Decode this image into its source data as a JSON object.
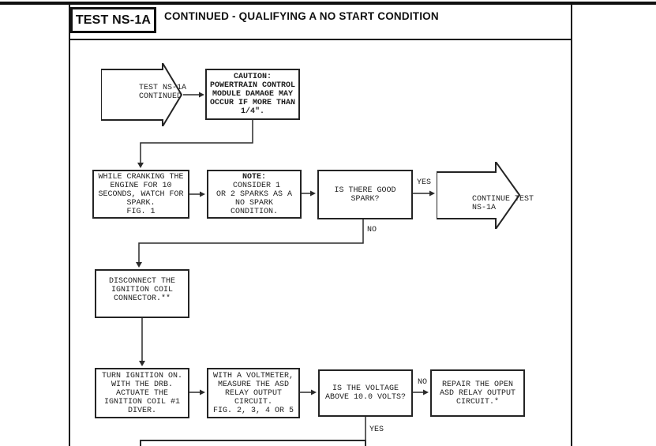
{
  "header": {
    "test_id": "TEST NS-1A",
    "title": "CONTINUED - QUALIFYING A NO START CONDITION"
  },
  "labels": {
    "yes_spark": "YES",
    "no_spark": "NO",
    "no_voltage": "NO",
    "yes_voltage": "YES"
  },
  "nodes": {
    "start": {
      "line1": "TEST NS-1A",
      "line2": "CONTINUED"
    },
    "caution": {
      "line1": "CAUTION:",
      "line2": "POWERTRAIN CONTROL",
      "line3": "MODULE DAMAGE MAY",
      "line4": "OCCUR IF MORE THAN",
      "line5": "1/4\"."
    },
    "crank": {
      "line1": "WHILE CRANKING THE",
      "line2": "ENGINE FOR 10",
      "line3": "SECONDS, WATCH FOR",
      "line4": "SPARK.",
      "line5": "FIG. 1"
    },
    "note": {
      "prefix": "NOTE:",
      "line1_rest": " CONSIDER 1",
      "line2": "OR 2 SPARKS AS A",
      "line3": "NO SPARK",
      "line4": "CONDITION."
    },
    "spark_question": {
      "line1": "IS THERE GOOD",
      "line2": "SPARK?"
    },
    "continue": {
      "line1": "CONTINUE TEST",
      "line2": "NS-1A"
    },
    "disconnect": {
      "line1": "DISCONNECT THE",
      "line2": "IGNITION COIL",
      "line3": "CONNECTOR.**"
    },
    "ignition": {
      "line1": "TURN IGNITION ON.",
      "line2": "WITH THE DRB.",
      "line3": "ACTUATE THE",
      "line4": "IGNITION COIL #1",
      "line5": "DIVER."
    },
    "voltmeter": {
      "line1": "WITH A VOLTMETER,",
      "line2": "MEASURE THE ASD",
      "line3": "RELAY OUTPUT",
      "line4": "CIRCUIT.",
      "line5": "FIG. 2, 3, 4 OR 5"
    },
    "voltage_question": {
      "line1": "IS THE VOLTAGE",
      "line2": "ABOVE 10.0 VOLTS?"
    },
    "repair": {
      "line1": "REPAIR THE OPEN",
      "line2": "ASD RELAY OUTPUT",
      "line3": "CIRCUIT.*"
    }
  },
  "colors": {
    "ink": "#1d1d1d",
    "paper": "#ffffff"
  }
}
